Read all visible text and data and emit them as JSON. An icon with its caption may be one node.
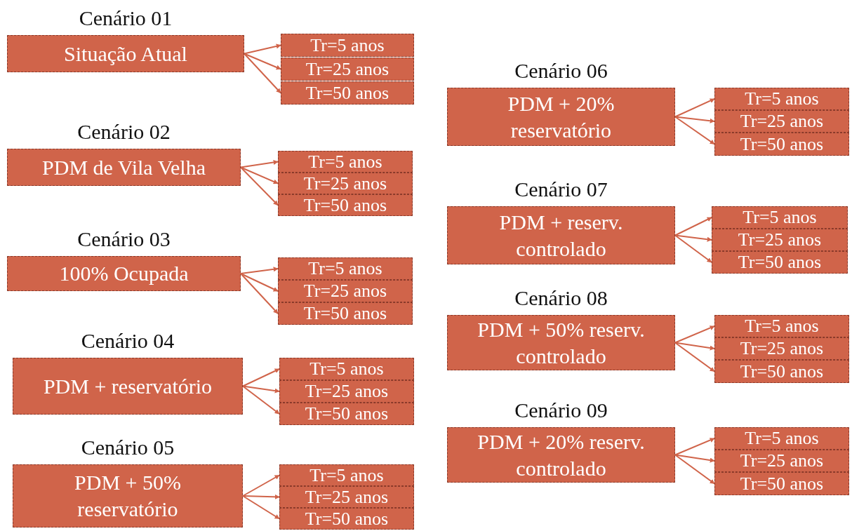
{
  "diagram": {
    "nodes": [
      {
        "text": [
          "Cenário 01",
          "Situação Atual"
        ]
      },
      {
        "text": [
          "Tr=5 anos"
        ]
      },
      {
        "text": [
          "Tr=25 anos"
        ]
      },
      {
        "text": [
          "Tr=50 anos"
        ]
      },
      {
        "text": [
          "Cenário 02",
          "PDM de Vila Velha"
        ]
      },
      {
        "text": [
          "Tr=5 anos"
        ]
      },
      {
        "text": [
          "Tr=25 anos"
        ]
      },
      {
        "text": [
          "Tr=50 anos"
        ]
      },
      {
        "text": [
          "Cenário 03",
          "100% Ocupada"
        ]
      },
      {
        "text": [
          "Tr=5 anos"
        ]
      },
      {
        "text": [
          "Tr=25 anos"
        ]
      },
      {
        "text": [
          "Tr=50 anos"
        ]
      },
      {
        "text": [
          "Cenário 04",
          "PDM + reservatório"
        ]
      },
      {
        "text": [
          "Tr=5 anos"
        ]
      },
      {
        "text": [
          "Tr=25 anos"
        ]
      },
      {
        "text": [
          "Tr=50 anos"
        ]
      },
      {
        "text": [
          "Cenário 05",
          "PDM + 50% reservatório"
        ]
      },
      {
        "text": [
          "Tr=5 anos"
        ]
      },
      {
        "text": [
          "Tr=25 anos"
        ]
      },
      {
        "text": [
          "Tr=50 anos"
        ]
      },
      {
        "text": [
          "Cenário 06",
          "PDM + 20% reservatório"
        ]
      },
      {
        "text": [
          "Tr=5 anos"
        ]
      },
      {
        "text": [
          "Tr=25 anos"
        ]
      },
      {
        "text": [
          "Tr=50 anos"
        ]
      },
      {
        "text": [
          "Cenário 07",
          "PDM + reserv. controlado"
        ]
      },
      {
        "text": [
          "Tr=5 anos"
        ]
      },
      {
        "text": [
          "Tr=25 anos"
        ]
      },
      {
        "text": [
          "Tr=50 anos"
        ]
      },
      {
        "text": [
          "Cenário 08",
          "PDM + 50% reserv. controlado"
        ]
      },
      {
        "text": [
          "Tr=5 anos"
        ]
      },
      {
        "text": [
          "Tr=25 anos"
        ]
      },
      {
        "text": [
          "Tr=50 anos"
        ]
      },
      {
        "text": [
          "Cenário 09",
          "PDM + 20% reserv. controlado"
        ]
      },
      {
        "text": [
          "Tr=5 anos"
        ]
      },
      {
        "text": [
          "Tr=25 anos"
        ]
      },
      {
        "text": [
          "Tr=50 anos"
        ]
      }
    ],
    "edges": [
      {
        "from": 0,
        "to": 1,
        "arrow": "to"
      },
      {
        "from": 0,
        "to": 2,
        "arrow": "to"
      },
      {
        "from": 0,
        "to": 3,
        "arrow": "to"
      },
      {
        "from": 4,
        "to": 5,
        "arrow": "to"
      },
      {
        "from": 4,
        "to": 6,
        "arrow": "to"
      },
      {
        "from": 4,
        "to": 7,
        "arrow": "to"
      },
      {
        "from": 8,
        "to": 9,
        "arrow": "to"
      },
      {
        "from": 8,
        "to": 10,
        "arrow": "to"
      },
      {
        "from": 8,
        "to": 11,
        "arrow": "to"
      },
      {
        "from": 12,
        "to": 13,
        "arrow": "to"
      },
      {
        "from": 12,
        "to": 14,
        "arrow": "to"
      },
      {
        "from": 12,
        "to": 15,
        "arrow": "to"
      },
      {
        "from": 16,
        "to": 17,
        "arrow": "to"
      },
      {
        "from": 16,
        "to": 18,
        "arrow": "to"
      },
      {
        "from": 16,
        "to": 19,
        "arrow": "to"
      },
      {
        "from": 20,
        "to": 21,
        "arrow": "to"
      },
      {
        "from": 20,
        "to": 22,
        "arrow": "to"
      },
      {
        "from": 20,
        "to": 23,
        "arrow": "to"
      },
      {
        "from": 24,
        "to": 25,
        "arrow": "to"
      },
      {
        "from": 24,
        "to": 26,
        "arrow": "to"
      },
      {
        "from": 24,
        "to": 27,
        "arrow": "to"
      },
      {
        "from": 28,
        "to": 29,
        "arrow": "to"
      },
      {
        "from": 28,
        "to": 30,
        "arrow": "to"
      },
      {
        "from": 28,
        "to": 31,
        "arrow": "to"
      },
      {
        "from": 32,
        "to": 33,
        "arrow": "to"
      },
      {
        "from": 32,
        "to": 34,
        "arrow": "to"
      },
      {
        "from": 32,
        "to": 35,
        "arrow": "to"
      }
    ]
  }
}
